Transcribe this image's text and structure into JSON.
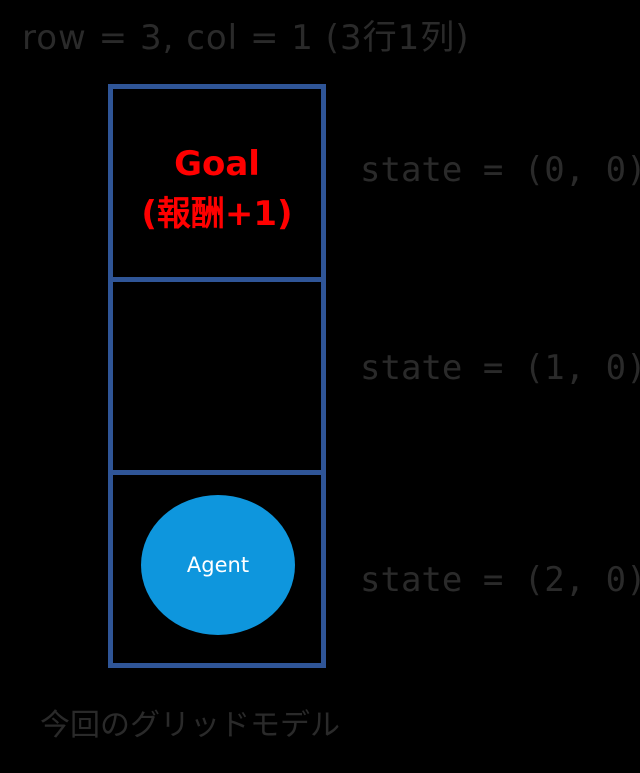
{
  "title": "row = 3, col = 1 (3行1列)",
  "grid": {
    "border_color": "#2F5597",
    "goal": {
      "line1": "Goal",
      "line2": "(報酬+1)",
      "color": "#FF0000"
    },
    "agent": {
      "label": "Agent",
      "color": "#0E96DD"
    },
    "states": [
      "state = (0, 0)",
      "state = (1, 0)",
      "state = (2, 0)"
    ]
  },
  "caption": "今回のグリッドモデル"
}
